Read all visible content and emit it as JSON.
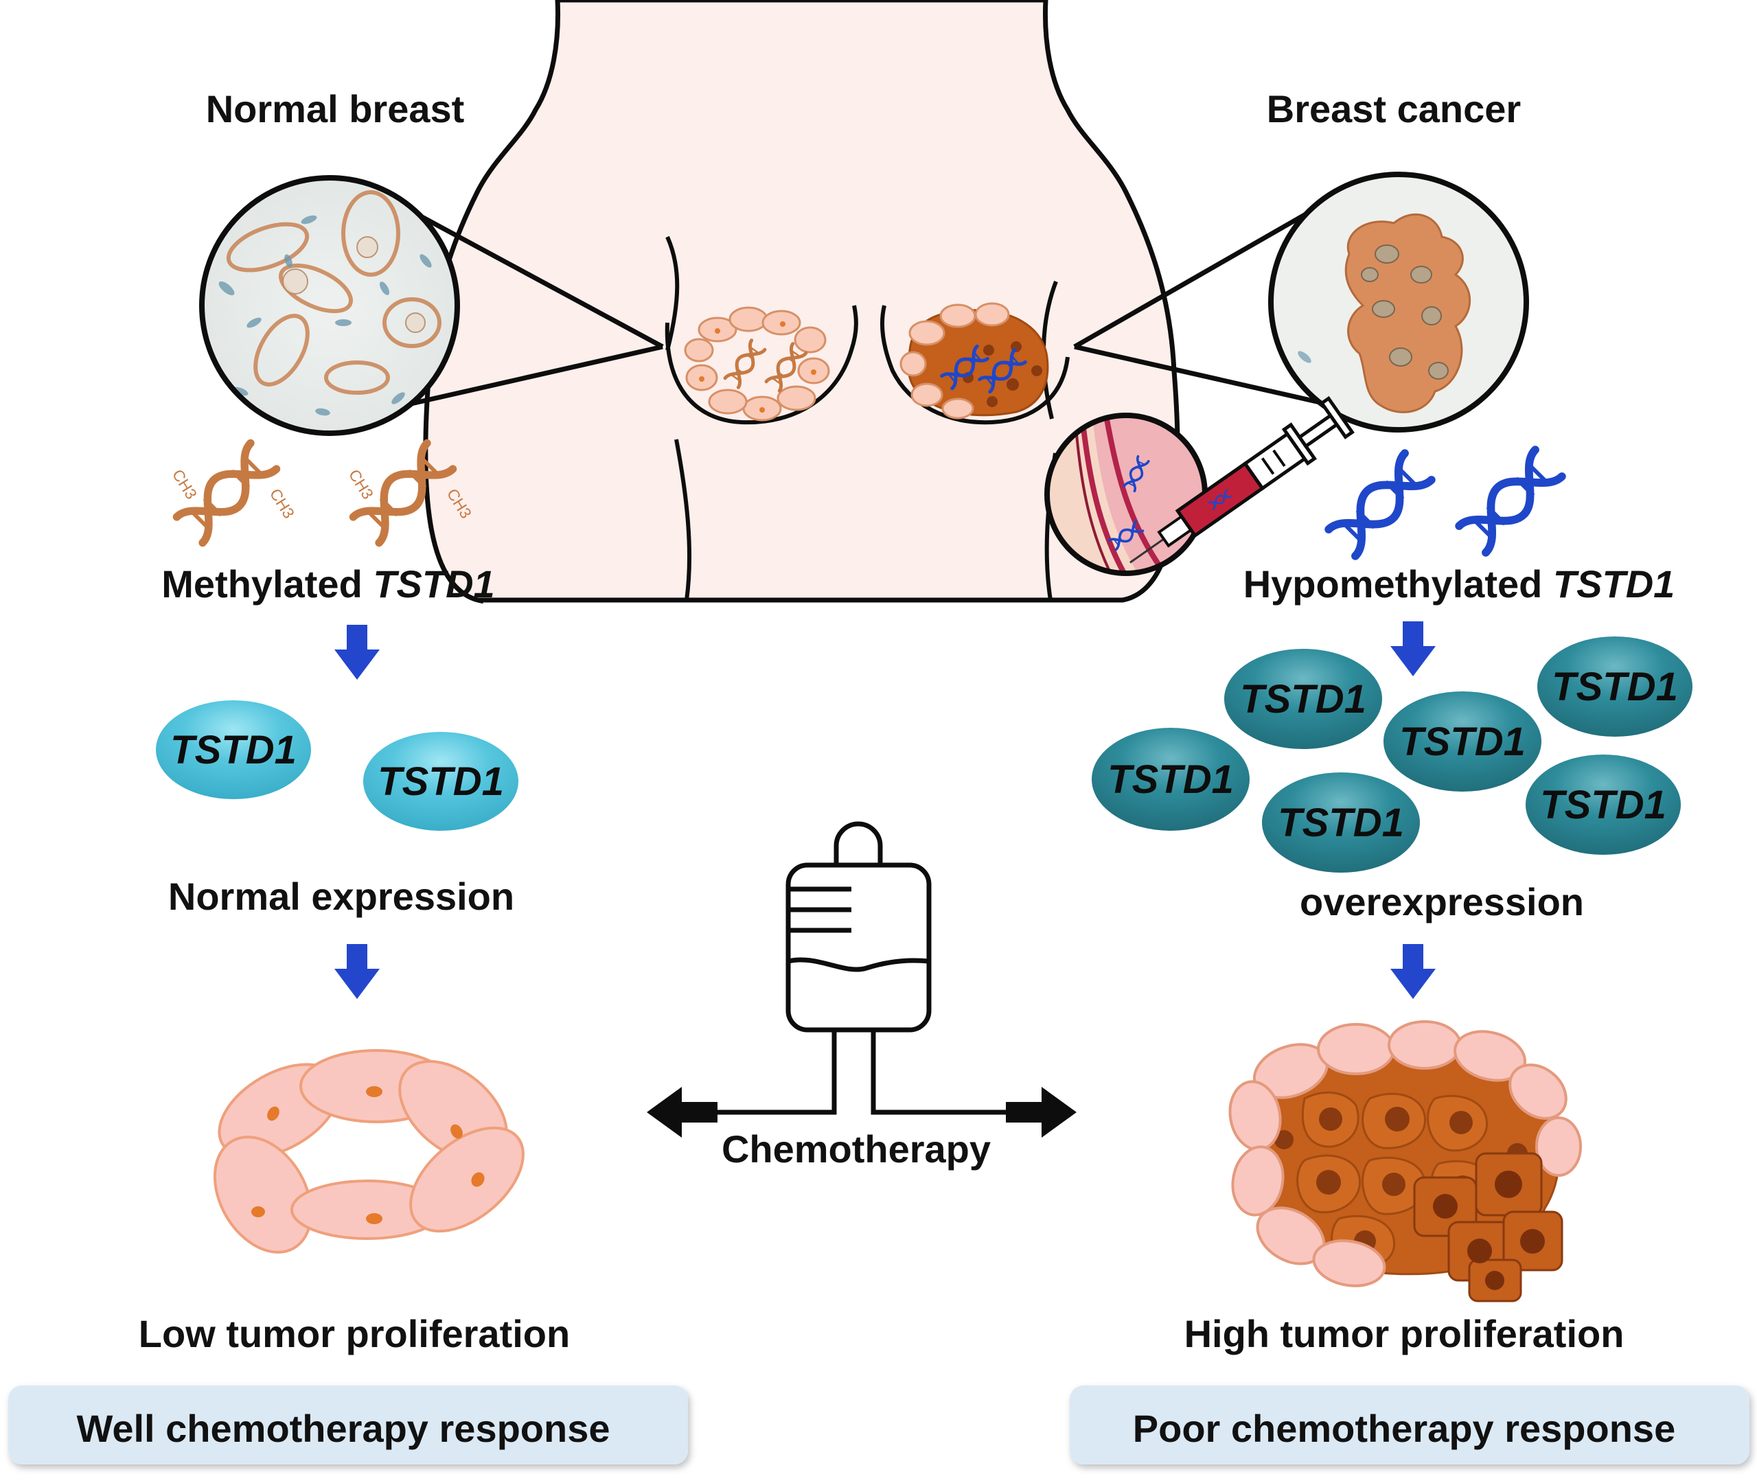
{
  "labels": {
    "normal_breast": "Normal breast",
    "breast_cancer": "Breast cancer",
    "methylated_prefix": "Methylated ",
    "hypomethylated_prefix": "Hypomethylated ",
    "gene": "TSTD1",
    "methyl_group": "CH3",
    "normal_expression": "Normal expression",
    "overexpression": "overexpression",
    "chemotherapy": "Chemotherapy",
    "low_proliferation": "Low tumor proliferation",
    "high_proliferation": "High tumor proliferation",
    "well_response": "Well chemotherapy response",
    "poor_response": "Poor chemotherapy response"
  },
  "colors": {
    "skin": "#fcefec",
    "normal_cell": "#f9c7bf",
    "cell_nucleus": "#e57a2b",
    "tumor_cell": "#c45f1c",
    "tumor_nucleus": "#8a3a10",
    "methylated_dna": "#c67a43",
    "hypomethylated_dna": "#1f47c9",
    "normal_protein": "#4cc3dc",
    "overexpressed_protein": "#2a8797",
    "arrow_blue": "#2346cc",
    "response_box": "#dbe9f4",
    "blood_red": "#c0203a"
  },
  "icons": [
    "dna-icon",
    "arrow-down-icon",
    "syringe-icon",
    "iv-bag-icon",
    "microscope-view-icon"
  ]
}
